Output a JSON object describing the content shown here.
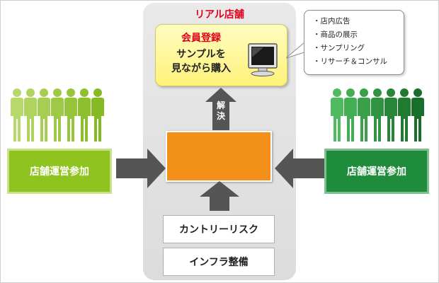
{
  "store": {
    "title": "リアル店舗",
    "member": {
      "title": "会員登録",
      "desc_line1": "サンプルを",
      "desc_line2": "見ながら購入"
    },
    "solve_line1": "解",
    "solve_line2": "決",
    "issues": [
      "カントリーリスク",
      "インフラ整備"
    ]
  },
  "callout": {
    "items": [
      "店内広告",
      "商品の展示",
      "サンプリング",
      "リサーチ＆コンサル"
    ]
  },
  "participants": {
    "left_label": "店舗運営参加",
    "right_label": "店舗運営参加"
  },
  "colors": {
    "accent_red": "#e2001a",
    "orange": "#f39019",
    "left_green": "#8fc31f",
    "right_green": "#1e8c3a",
    "arrow_gray": "#555555"
  }
}
